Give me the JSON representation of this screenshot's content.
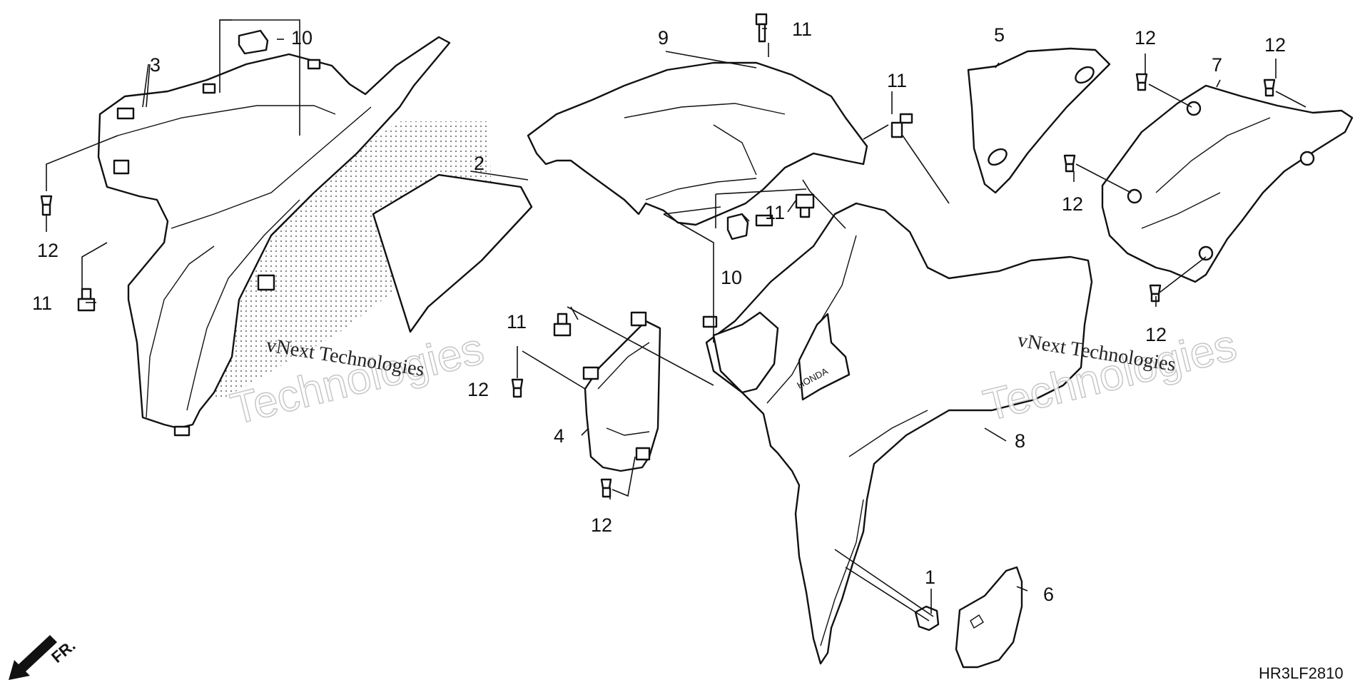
{
  "callouts": {
    "c1": "1",
    "c2": "2",
    "c3": "3",
    "c4": "4",
    "c5": "5",
    "c6": "6",
    "c7": "7",
    "c8": "8",
    "c9": "9",
    "c10a": "10",
    "c10b": "10",
    "c11a": "11",
    "c11b": "11",
    "c11c": "11",
    "c11d": "11",
    "c11e": "11",
    "c12a": "12",
    "c12b": "12",
    "c12c": "12",
    "c12d": "12",
    "c12e": "12",
    "c12f": "12",
    "c12g": "12"
  },
  "watermarks": {
    "left_line1": "vNext Technologies",
    "left_line2": "Technologies",
    "right_line1": "vNext Technologies",
    "right_line2": "Technologies"
  },
  "diagram_code": "HR3LF2810",
  "front_arrow_label": "FR.",
  "icons": {
    "front_direction": "arrow-down-left-icon"
  }
}
